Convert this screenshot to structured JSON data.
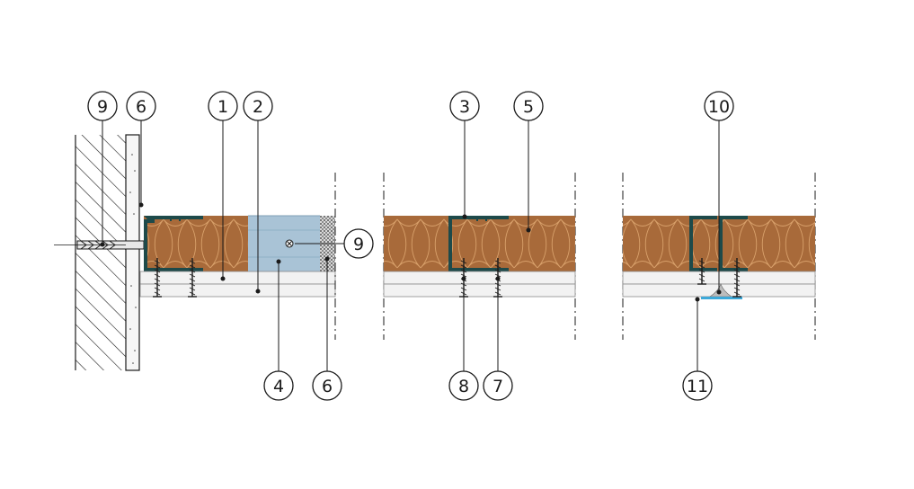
{
  "colors": {
    "insulation": "#a86a3a",
    "insulation_line": "#d8a06a",
    "board": "#efefef",
    "metal": "#a9c3d6",
    "wall_hatch": "#1a1a1a",
    "profile": "#1e4a4a",
    "tape": "#3da9d9"
  },
  "callouts": {
    "c9a": "9",
    "c6a": "6",
    "c1": "1",
    "c2": "2",
    "c3": "3",
    "c5": "5",
    "c10": "10",
    "c9b": "9",
    "c4": "4",
    "c6b": "6",
    "c8": "8",
    "c7": "7",
    "c11": "11"
  }
}
